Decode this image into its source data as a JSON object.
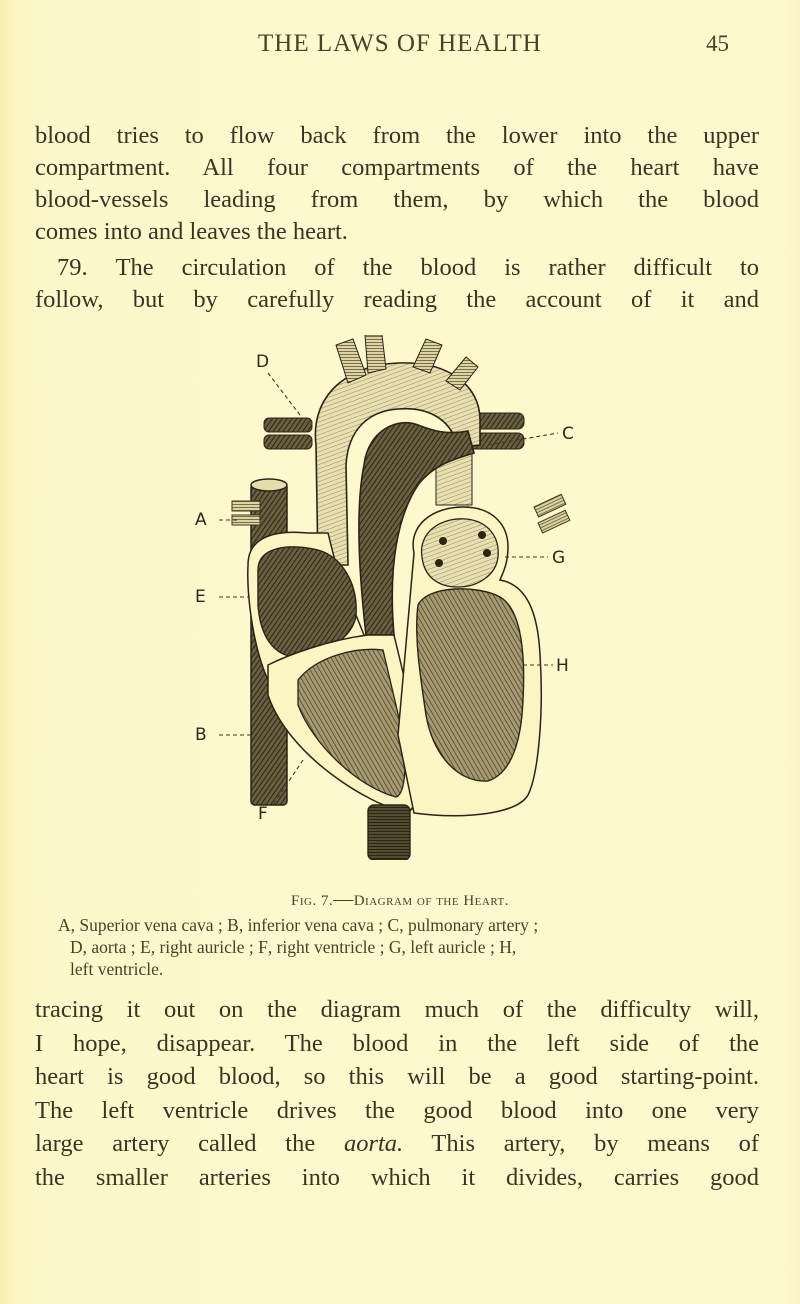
{
  "header": {
    "running_title": "THE LAWS OF HEALTH",
    "page_number": "45"
  },
  "paragraphs": [
    {
      "lines": [
        "blood tries to flow back from the lower into the upper",
        "compartment. All four compartments of the heart have",
        "blood-vessels leading from them, by which the blood",
        "comes into and leaves the heart."
      ]
    },
    {
      "section_number": "79.",
      "lines": [
        "The circulation of the blood is rather difficult to",
        "follow, but by carefully reading the account of it and"
      ]
    },
    {
      "lines_before_italic": [
        "tracing it out on the diagram much of the difficulty will,",
        "I hope, disappear. The blood in the left side of the",
        "heart is good blood, so this will be a good starting-point.",
        "The left ventricle drives the good blood into one very"
      ],
      "line5_prefix": "large artery called the ",
      "line5_italic": "aorta.",
      "line5_suffix": " This artery, by means of",
      "line6": "the smaller arteries into which it divides, carries good"
    }
  ],
  "figure": {
    "title_prefix": "Fig. 7.",
    "title_dash": "—",
    "title_main": "Diagram of the Heart.",
    "diagram_labels": [
      "A",
      "B",
      "C",
      "D",
      "E",
      "F",
      "G",
      "H"
    ],
    "legend": [
      {
        "key": "A",
        "text": "Superior vena cava"
      },
      {
        "key": "B",
        "text": "inferior vena cava"
      },
      {
        "key": "C",
        "text": "pulmonary artery"
      },
      {
        "key": "D",
        "text": "aorta"
      },
      {
        "key": "E",
        "text": "right auricle"
      },
      {
        "key": "F",
        "text": "right ventricle"
      },
      {
        "key": "G",
        "text": "left auricle"
      },
      {
        "key": "H",
        "text": "left ventricle."
      }
    ]
  },
  "colors": {
    "paper": "#fdf8cc",
    "ink": "#3b3421",
    "engraving_dark": "#3e3622",
    "engraving_light": "#d9d0a0"
  }
}
